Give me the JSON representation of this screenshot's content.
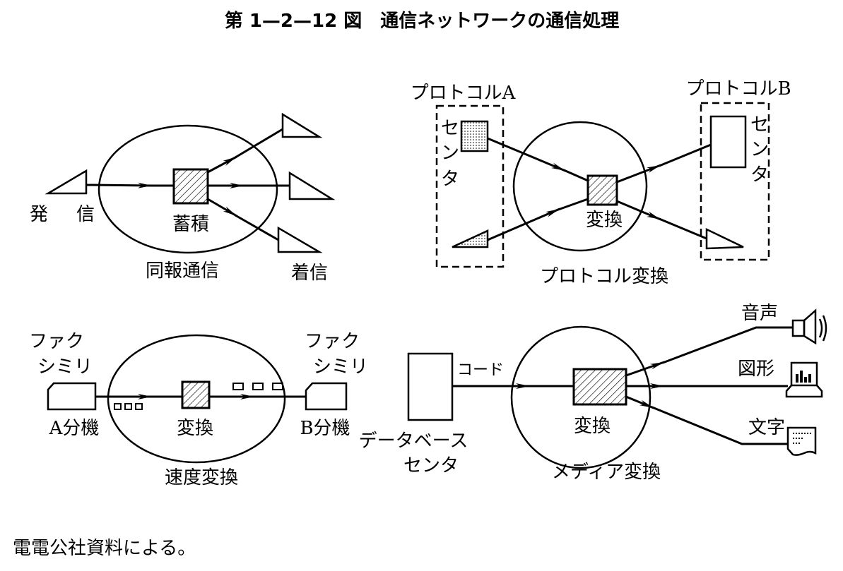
{
  "title": "第 1—2—12 図　通信ネットワークの通信処理",
  "broadcast": {
    "sender_a": "発",
    "sender_b": "信",
    "store": "蓄積",
    "caption": "同報通信",
    "receiver": "着信"
  },
  "protocol": {
    "label_a": "プロトコルA",
    "label_b": "プロトコルB",
    "center_a": [
      "セ",
      "ン",
      "タ"
    ],
    "center_b": [
      "セ",
      "ン",
      "タ"
    ],
    "convert": "変換",
    "caption": "プロトコル変換"
  },
  "speed": {
    "fax_left_1": "ファク",
    "fax_left_2": "シミリ",
    "fax_right_1": "ファク",
    "fax_right_2": "シミリ",
    "ext_a": "A分機",
    "ext_b": "B分機",
    "convert": "変換",
    "caption": "速度変換"
  },
  "media": {
    "code": "コード",
    "db_1": "データベース",
    "db_2": "センタ",
    "convert": "変換",
    "caption": "メディア変換",
    "voice": "音声",
    "graphics": "図形",
    "text": "文字"
  },
  "footer": "電電公社資料による。"
}
